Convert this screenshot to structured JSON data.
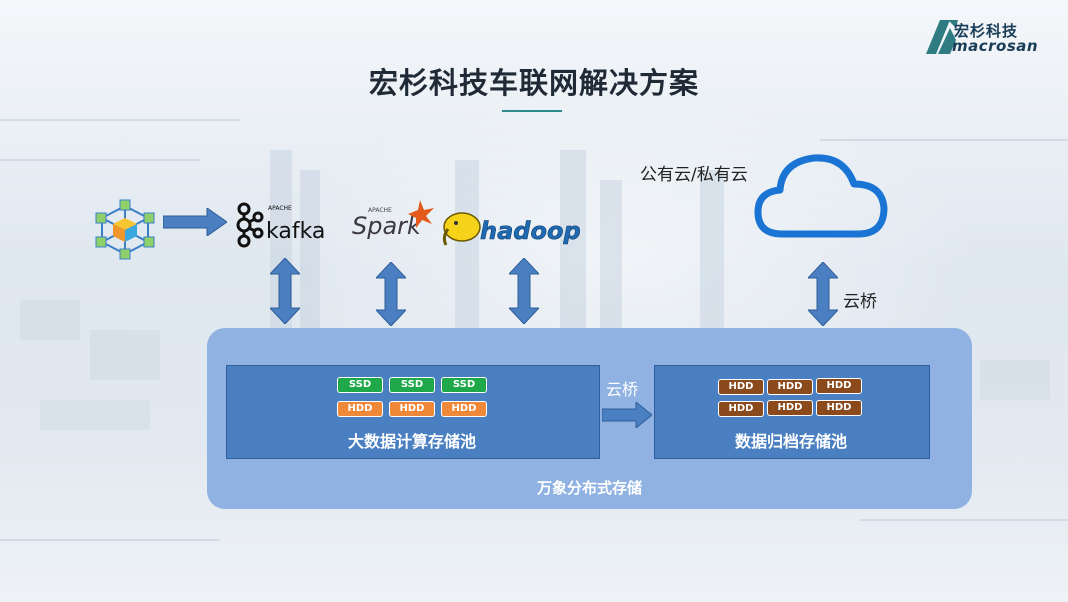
{
  "header": {
    "title": "宏杉科技车联网解决方案",
    "logo_cn": "宏杉科技",
    "logo_en": "macrosan"
  },
  "sources": {
    "kafka": {
      "top": "APACHE",
      "name": "kafka"
    },
    "spark": {
      "top": "APACHE",
      "name": "Spark"
    },
    "hadoop": {
      "name": "hadoop"
    }
  },
  "cloud": {
    "label": "公有云/私有云",
    "bridge_label": "云桥"
  },
  "storage": {
    "pool_label": "万象分布式存储",
    "bridge_label": "云桥",
    "compute_pool": {
      "label": "大数据计算存储池",
      "row1": [
        "SSD",
        "SSD",
        "SSD"
      ],
      "row2": [
        "HDD",
        "HDD",
        "HDD"
      ]
    },
    "archive_pool": {
      "label": "数据归档存储池",
      "row1": [
        "HDD",
        "HDD",
        "HDD"
      ],
      "row2": [
        "HDD",
        "HDD",
        "HDD"
      ]
    }
  },
  "colors": {
    "arrow": "#4a7fc1",
    "panel": "#8fb2e2",
    "box": "#4a7fc1",
    "ssd": "#1ea84a",
    "hdd_orange": "#f0883a",
    "hdd_brown": "#8a4a1c",
    "cloud": "#1a74d4"
  }
}
